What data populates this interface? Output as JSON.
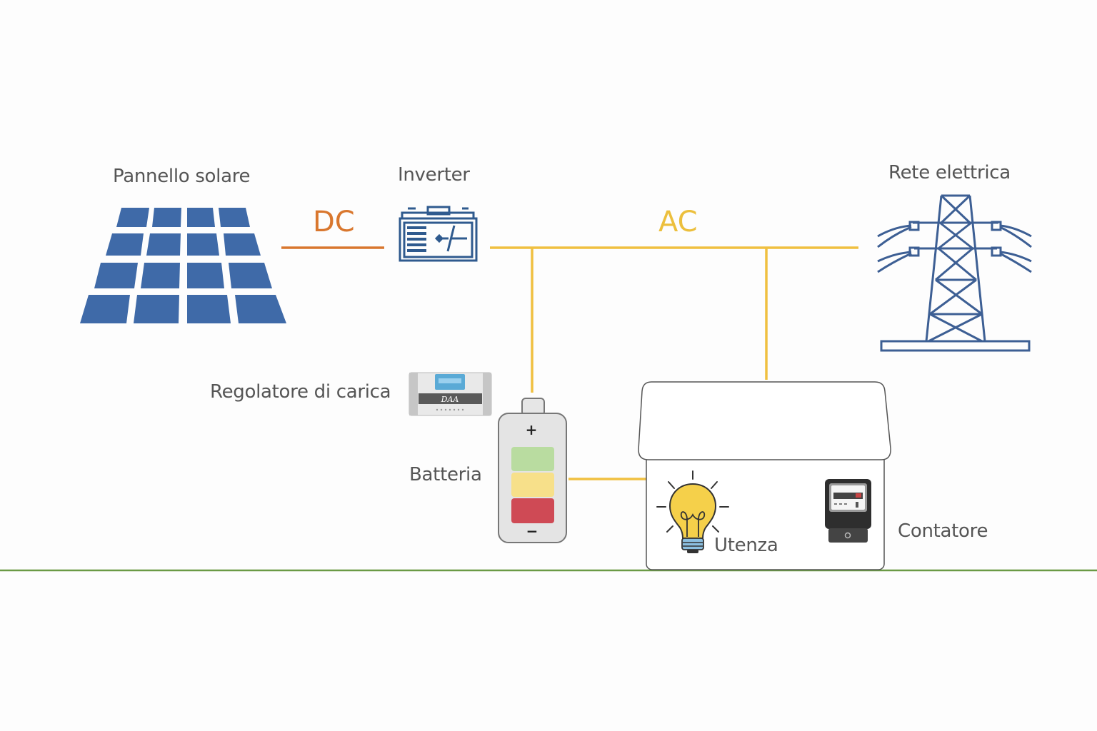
{
  "labels": {
    "solar_panel": "Pannello solare",
    "inverter": "Inverter",
    "grid": "Rete elettrica",
    "charge_controller": "Regolatore di carica",
    "battery": "Batteria",
    "load": "Utenza",
    "meter": "Contatore"
  },
  "flows": {
    "dc": "DC",
    "ac": "AC"
  },
  "controller_display": "DAA",
  "battery_terminals": {
    "positive": "+",
    "negative": "−"
  },
  "colors": {
    "background": "#fdfdfd",
    "dc_line": "#d9772e",
    "ac_line": "#f0c040",
    "panel_blue": "#3f6aa8",
    "inverter_blue": "#2f5a8e",
    "pylon_blue": "#3d5f94",
    "ground_line": "#6a9a45",
    "label_gray": "#555555",
    "battery_green": "#b9dca0",
    "battery_yellow": "#f7e08a",
    "battery_red": "#cf4a55",
    "bulb_yellow": "#f5d04a"
  },
  "icons": {
    "solar_panel": "solar-panel-icon",
    "inverter": "inverter-icon",
    "grid": "transmission-tower-icon",
    "charge_controller": "charge-controller-icon",
    "battery": "battery-icon",
    "house": "house-icon",
    "load": "light-bulb-icon",
    "meter": "electric-meter-icon"
  }
}
